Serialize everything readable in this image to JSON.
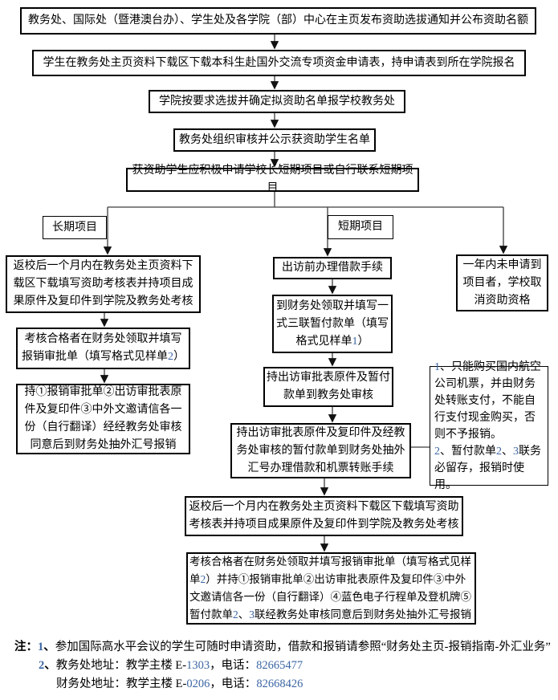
{
  "flow": {
    "publish_notice": "教务处、国际处（暨港澳台办）、学生处及各学院（部）中心在主页发布资助选拔通知并公布资助名额",
    "download_application": "学生在教务处主页资料下载区下载本科生赴国外交流专项资金申请表，持申请表到所在学院报名",
    "college_selection": "学院按要求选拔并确定拟资助名单报学校教务处",
    "review_publicity": "教务处组织审核并公示获资助学生名单",
    "apply_projects": "获资助学生应积极申请学校长短期项目或自行联系短期项目",
    "long_term_label": "长期项目",
    "short_term_label": "短期项目",
    "long_assessment": "返校后一个月内在教务处主页资料下载区下载填写资助考核表并持项目成果原件及复印件到学院及教务处考核",
    "long_reimburse_form": "考核合格者在财务处领取并填写报销审批单（填写格式见样单2）",
    "long_reimburse_submit": "持①报销审批单②出访审批表原件及复印件③中外文邀请信各一份（自行翻译）经经教务处审核同意后到财务处抽外汇号报销",
    "short_loan_procedure": "出访前办理借款手续",
    "short_payment_form": "到财务处领取并填写一式三联暂付款单（填写格式见样单1）",
    "short_jwc_review": "持出访审批表原件及暂付款单到教务处审核",
    "short_finance_loan": "持出访审批表原件及复印件及经教务处审核的暂付款单到财务处抽外汇号办理借款和机票转账手续",
    "cancel_qualification": "一年内未申请到项目者，学校取消资助资格",
    "ticket_note_1": "1、只能购买国内航空公司机票，并由财务处转账支付，不能自行支付现金购买，否则不予报销。",
    "ticket_note_2": "2、暂付款单2、3联务必留存，报销时使用。",
    "merge_assessment": "返校后一个月内在教务处主页资料下载区下载填写资助考核表并持项目成果原件及复印件到学院及教务处考核",
    "merge_reimburse": "考核合格者在财务处领取并填写报销审批单（填写格式见样单2）并持①报销审批单②出访审批表原件及复印件③中外文邀请信各一份（自行翻译）④蓝色电子行程单及登机牌⑤暂付款单2、3联经教务处审核同意后到财务处抽外汇号报销"
  },
  "footnotes": {
    "prefix": "注：",
    "item1_num": "1、",
    "item1_text": "参加国际高水平会议的学生可随时申请资助，借款和报销请参照“财务处主页-报销指南-外汇业务”",
    "item2_num": "2、",
    "item2_text": "教务处地址：教学主楼 E-1303，电话：82665477",
    "item3_text": "财务处地址：教学主楼 E-0206，电话：82668426"
  },
  "colors": {
    "line": "#3c3c3c",
    "digit_accent": "#3c66a4"
  }
}
